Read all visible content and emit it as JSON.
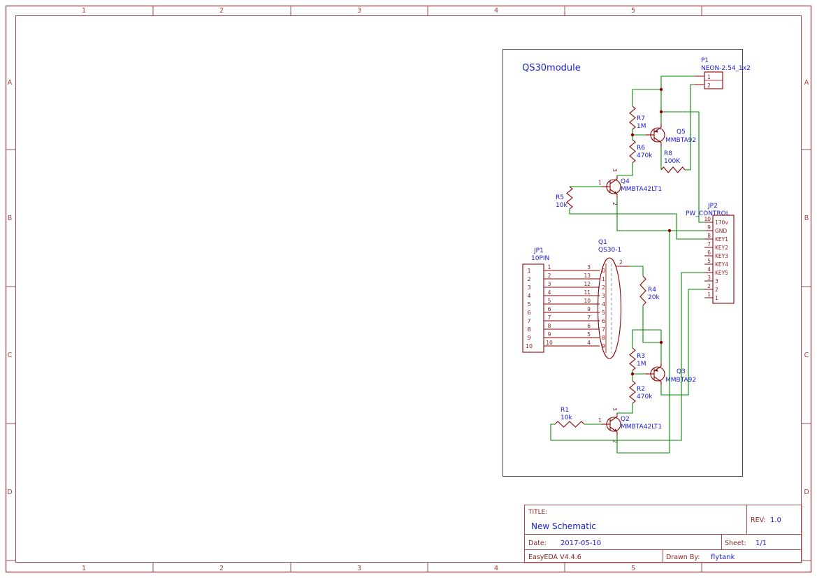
{
  "frame": {
    "columns": [
      "1",
      "2",
      "3",
      "4",
      "5"
    ],
    "rows": [
      "A",
      "B",
      "C",
      "D"
    ]
  },
  "sheet": {
    "module_title": "QS30module"
  },
  "components": {
    "P1": {
      "ref": "P1",
      "value": "NEON-2.54_1x2",
      "pins": [
        "1",
        "2"
      ]
    },
    "Q5": {
      "ref": "Q5",
      "value": "MMBTA92"
    },
    "R7": {
      "ref": "R7",
      "value": "1M"
    },
    "R6": {
      "ref": "R6",
      "value": "470k"
    },
    "R8": {
      "ref": "R8",
      "value": "100K"
    },
    "Q4": {
      "ref": "Q4",
      "value": "MMBTA42LT1",
      "pins": [
        "1",
        "3",
        "2"
      ]
    },
    "R5": {
      "ref": "R5",
      "value": "10k"
    },
    "JP1": {
      "ref": "JP1",
      "value": "10PIN",
      "numbers": [
        "1",
        "2",
        "3",
        "4",
        "5",
        "6",
        "7",
        "8",
        "9",
        "10"
      ],
      "pin_numbers": [
        "1",
        "2",
        "3",
        "4",
        "5",
        "6",
        "7",
        "8",
        "9",
        "10"
      ]
    },
    "Q1": {
      "ref": "Q1",
      "value": "QS30-1",
      "pins": [
        "3",
        "13",
        "12",
        "11",
        "10",
        "9",
        "7",
        "6",
        "5",
        "4"
      ],
      "digits": [
        "0",
        "1",
        "2",
        "3",
        "4",
        "5",
        "6",
        "7",
        "8",
        "9"
      ],
      "anode": "2"
    },
    "R4": {
      "ref": "R4",
      "value": "20k"
    },
    "JP2": {
      "ref": "JP2",
      "value": "PW_CONTROL",
      "pin_numbers": [
        "10",
        "9",
        "8",
        "7",
        "6",
        "5",
        "4",
        "3",
        "2",
        "1"
      ],
      "labels": [
        "170v",
        "GND",
        "KEY1",
        "KEY2",
        "KEY3",
        "KEY4",
        "KEY5",
        "3",
        "2",
        "1"
      ]
    },
    "R3": {
      "ref": "R3",
      "value": "1M"
    },
    "R2": {
      "ref": "R2",
      "value": "470k"
    },
    "Q3": {
      "ref": "Q3",
      "value": "MMBTA92"
    },
    "R1": {
      "ref": "R1",
      "value": "10k"
    },
    "Q2": {
      "ref": "Q2",
      "value": "MMBTA42LT1",
      "pins": [
        "1",
        "3",
        "2"
      ]
    }
  },
  "title_block": {
    "title_label": "TITLE:",
    "title": "New Schematic",
    "rev_label": "REV:",
    "rev": "1.0",
    "date_label": "Date:",
    "date": "2017-05-10",
    "sheet_label": "Sheet:",
    "sheet": "1/1",
    "tool": "EasyEDA V4.4.6",
    "drawn_by_label": "Drawn By:",
    "drawn_by": "flytank"
  },
  "colors": {
    "frame": "#9a5050",
    "symbol": "#8b0000",
    "wire": "#008800",
    "label": "#1a1acc"
  }
}
